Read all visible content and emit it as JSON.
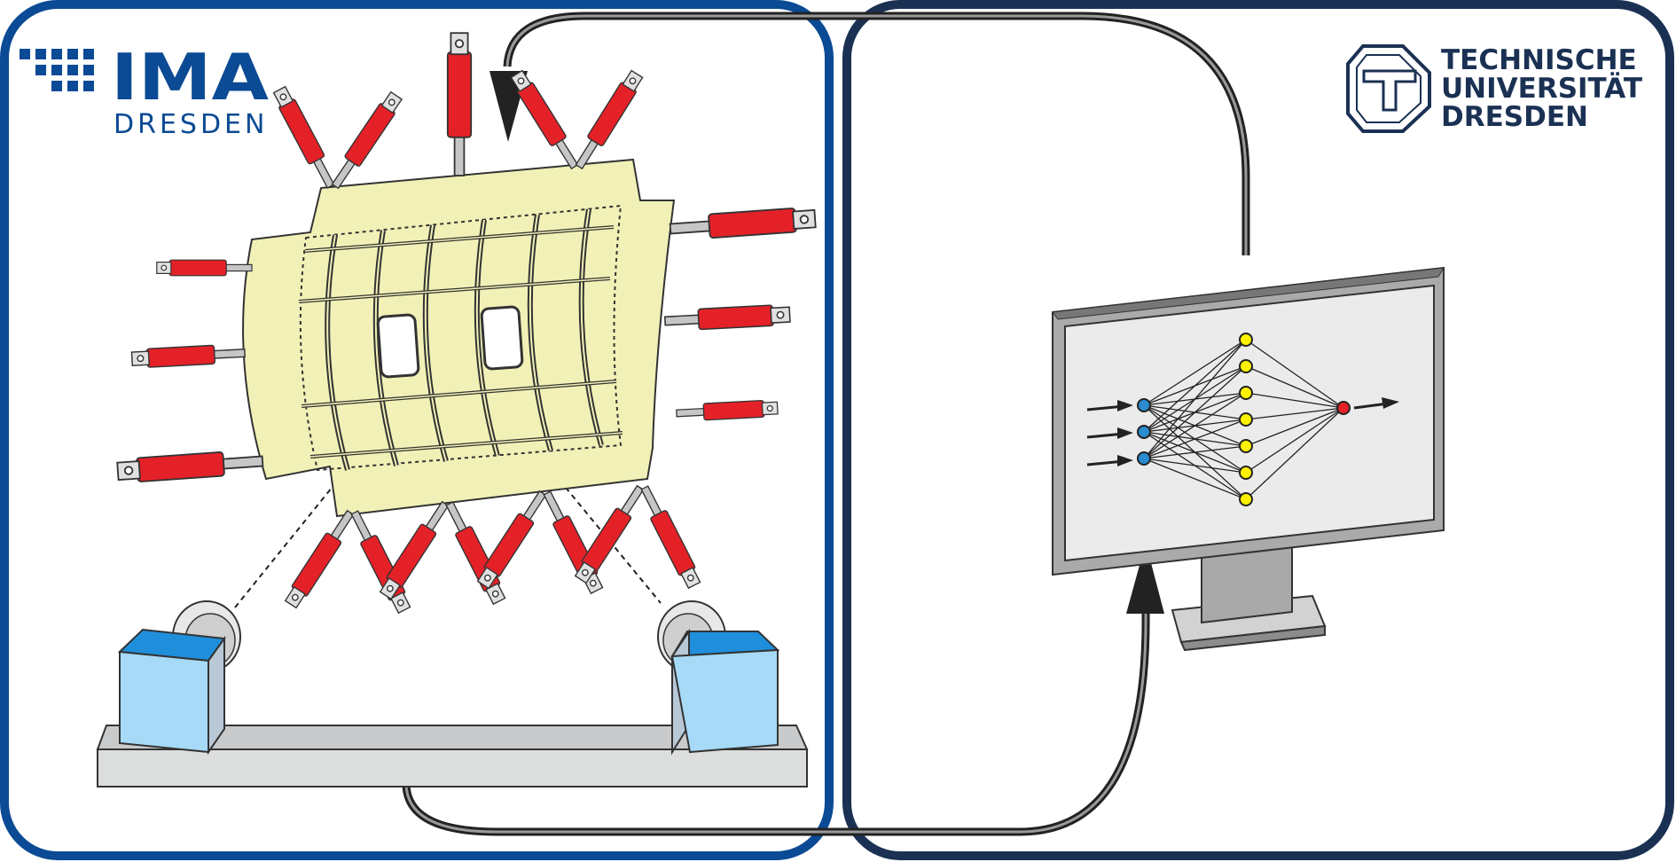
{
  "ima_logo": {
    "name": "IMA",
    "city": "DRESDEN"
  },
  "tu_logo": {
    "line1": "TECHNISCHE",
    "line2": "UNIVERSITÄT",
    "line3": "DRESDEN"
  },
  "neural_net": {
    "input_nodes": 3,
    "hidden_nodes": 7,
    "output_nodes": 1
  },
  "colors": {
    "ima_blue": "#0b4a94",
    "tu_navy": "#1b3154",
    "actuator_red": "#e52128",
    "panel_yellow": "#f1f1b7",
    "camera_blue": "#a6daf7",
    "camera_top": "#1f8fdc",
    "input_node": "#2a8bd0",
    "hidden_node": "#fff200",
    "output_node": "#e52128"
  }
}
